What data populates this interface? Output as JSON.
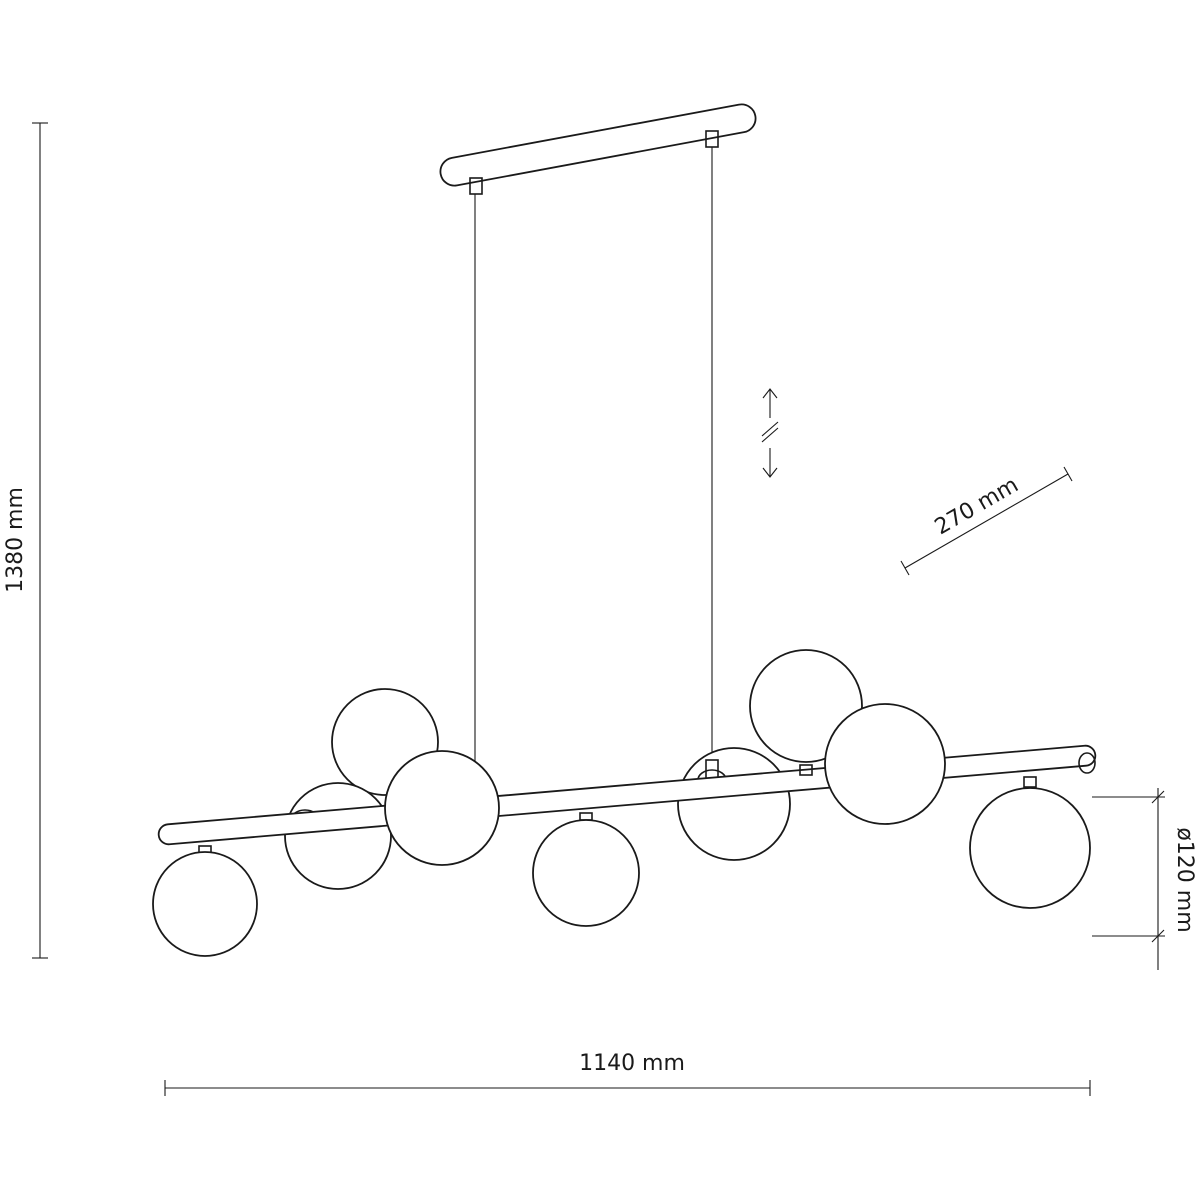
{
  "dimensions": {
    "height": "1380 mm",
    "width": "1140 mm",
    "depth": "270 mm",
    "globe_diameter": "ø120 mm"
  },
  "icons": {
    "adjustable_height": "double-arrow-adjustable-icon"
  }
}
